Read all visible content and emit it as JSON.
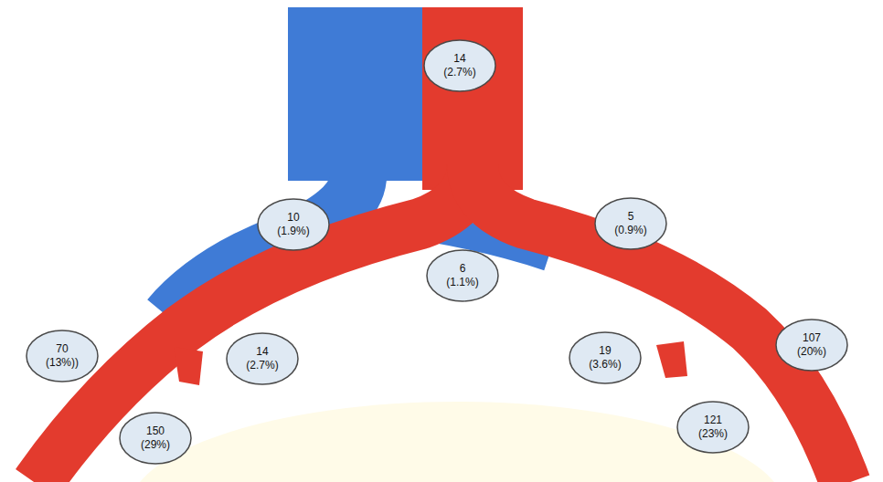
{
  "diagram": {
    "nodes": [
      {
        "text": [
          "14",
          "(2.7%)"
        ]
      },
      {
        "text": [
          "10",
          "(1.9%)"
        ]
      },
      {
        "text": [
          "5",
          "(0.9%)"
        ]
      },
      {
        "text": [
          "6",
          "(1.1%)"
        ]
      },
      {
        "text": [
          "70",
          "(13%))"
        ]
      },
      {
        "text": [
          "14",
          "(2.7%)"
        ]
      },
      {
        "text": [
          "19",
          "(3.6%)"
        ]
      },
      {
        "text": [
          "107",
          "(20%)"
        ]
      },
      {
        "text": [
          "150",
          "(29%)"
        ]
      },
      {
        "text": [
          "121",
          "(23%)"
        ]
      }
    ]
  }
}
